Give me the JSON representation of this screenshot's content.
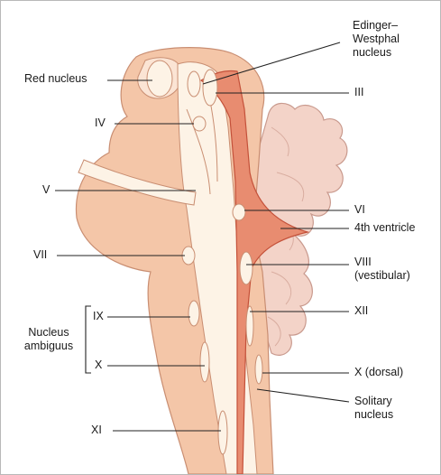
{
  "diagram": {
    "labels": {
      "edinger_westphal": "Edinger–\nWestphal\nnucleus",
      "red_nucleus": "Red nucleus",
      "cn_iii": "III",
      "cn_iv": "IV",
      "cn_v": "V",
      "cn_vi": "VI",
      "fourth_ventricle": "4th ventricle",
      "cn_vii": "VII",
      "cn_viii": "VIII\n(vestibular)",
      "cn_xii": "XII",
      "nucleus_ambiguus": "Nucleus\nambiguus",
      "cn_ix": "IX",
      "cn_x": "X",
      "cn_x_dorsal": "X (dorsal)",
      "solitary_nucleus": "Solitary\nnucleus",
      "cn_xi": "XI"
    },
    "colors": {
      "brainstem": "#f4c6a8",
      "brainstem_light": "#fbe4d4",
      "nucleus": "#fdf3e6",
      "ventricle": "#e88c70",
      "ventricle_edge": "#c4513a",
      "cerebellum": "#f3d3c8",
      "line": "#222222"
    }
  }
}
